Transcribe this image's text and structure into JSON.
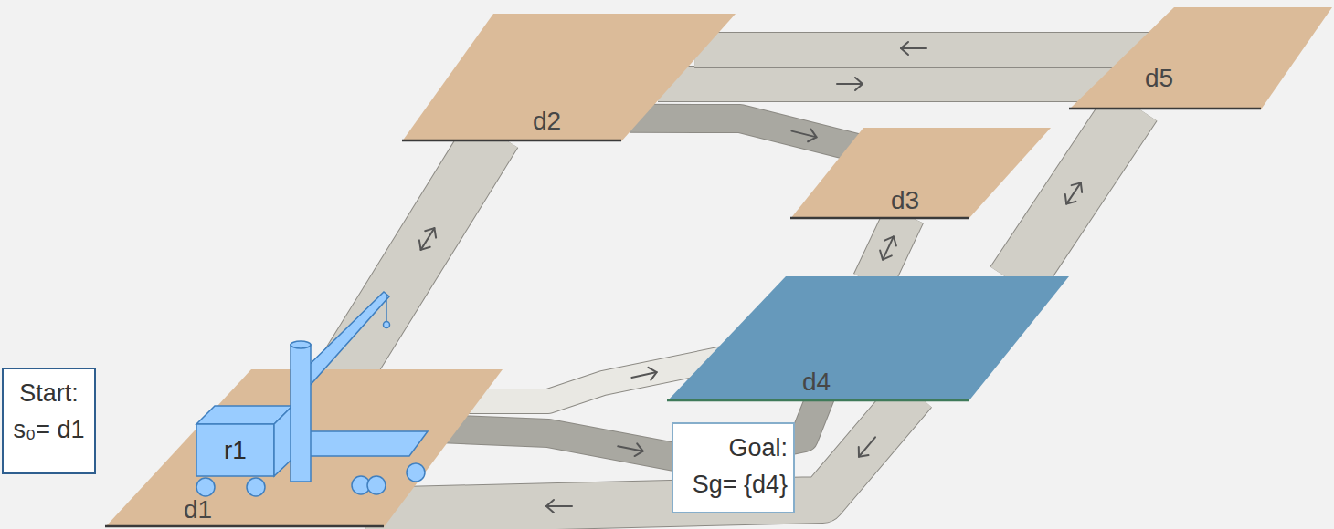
{
  "diagram": {
    "nodes": [
      {
        "text": [
          "d1"
        ]
      },
      {
        "text": [
          "r1"
        ],
        "in": 0
      },
      {
        "text": [
          "d2"
        ]
      },
      {
        "text": [
          "d3"
        ]
      },
      {
        "text": [
          "d4"
        ]
      },
      {
        "text": [
          "d5"
        ]
      },
      {
        "text": [
          "Start:",
          "s₀= d1"
        ]
      },
      {
        "text": [
          "Goal:",
          "Sg= {d4}"
        ]
      }
    ],
    "edges": [
      {
        "from": 0,
        "to": 2,
        "arrow": "both"
      },
      {
        "from": 2,
        "to": 5,
        "arrow": "to"
      },
      {
        "from": 5,
        "to": 2,
        "arrow": "to"
      },
      {
        "from": 2,
        "to": 3,
        "arrow": "to"
      },
      {
        "from": 3,
        "to": 4,
        "arrow": "both"
      },
      {
        "from": 5,
        "to": 4,
        "arrow": "both"
      },
      {
        "from": 0,
        "to": 4,
        "arrow": "to"
      },
      {
        "from": 0,
        "to": 4,
        "arrow": "to"
      },
      {
        "from": 4,
        "to": 0,
        "arrow": "to"
      }
    ]
  }
}
